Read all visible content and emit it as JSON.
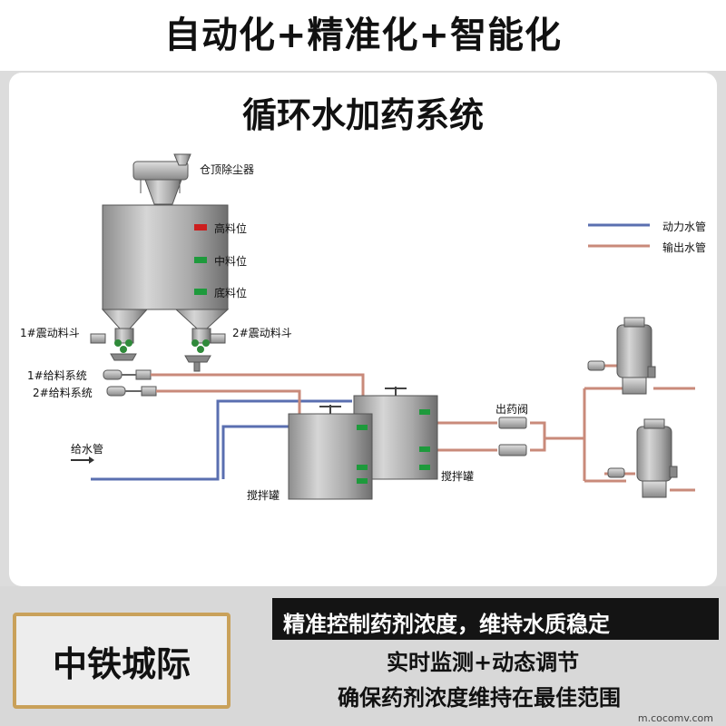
{
  "header": {
    "title": "自动化+精准化+智能化"
  },
  "diagram": {
    "title": "循环水加药系统",
    "labels": {
      "dust_collector": "仓顶除尘器",
      "high_level": "高料位",
      "mid_level": "中料位",
      "low_level": "底料位",
      "hopper_1": "1#震动料斗",
      "hopper_2": "2#震动料斗",
      "feeder_1": "1#给料系统",
      "feeder_2": "2#给料系统",
      "water_inlet": "给水管",
      "mixer_1": "搅拌罐",
      "mixer_2": "搅拌罐",
      "outlet_valve": "出药阀"
    },
    "legend": [
      {
        "label": "动力水管",
        "color": "#5a6fb0"
      },
      {
        "label": "输出水管",
        "color": "#c98a7a"
      }
    ],
    "level_colors": {
      "high": "#cc1f1f",
      "mid": "#1e9a3c",
      "low": "#1e9a3c"
    }
  },
  "footer": {
    "brand": "中铁城际",
    "slogan": "精准控制药剂浓度，维持水质稳定",
    "line1": "实时监测+动态调节",
    "line2": "确保药剂浓度维持在最佳范围",
    "watermark": "m.cocomv.com"
  }
}
